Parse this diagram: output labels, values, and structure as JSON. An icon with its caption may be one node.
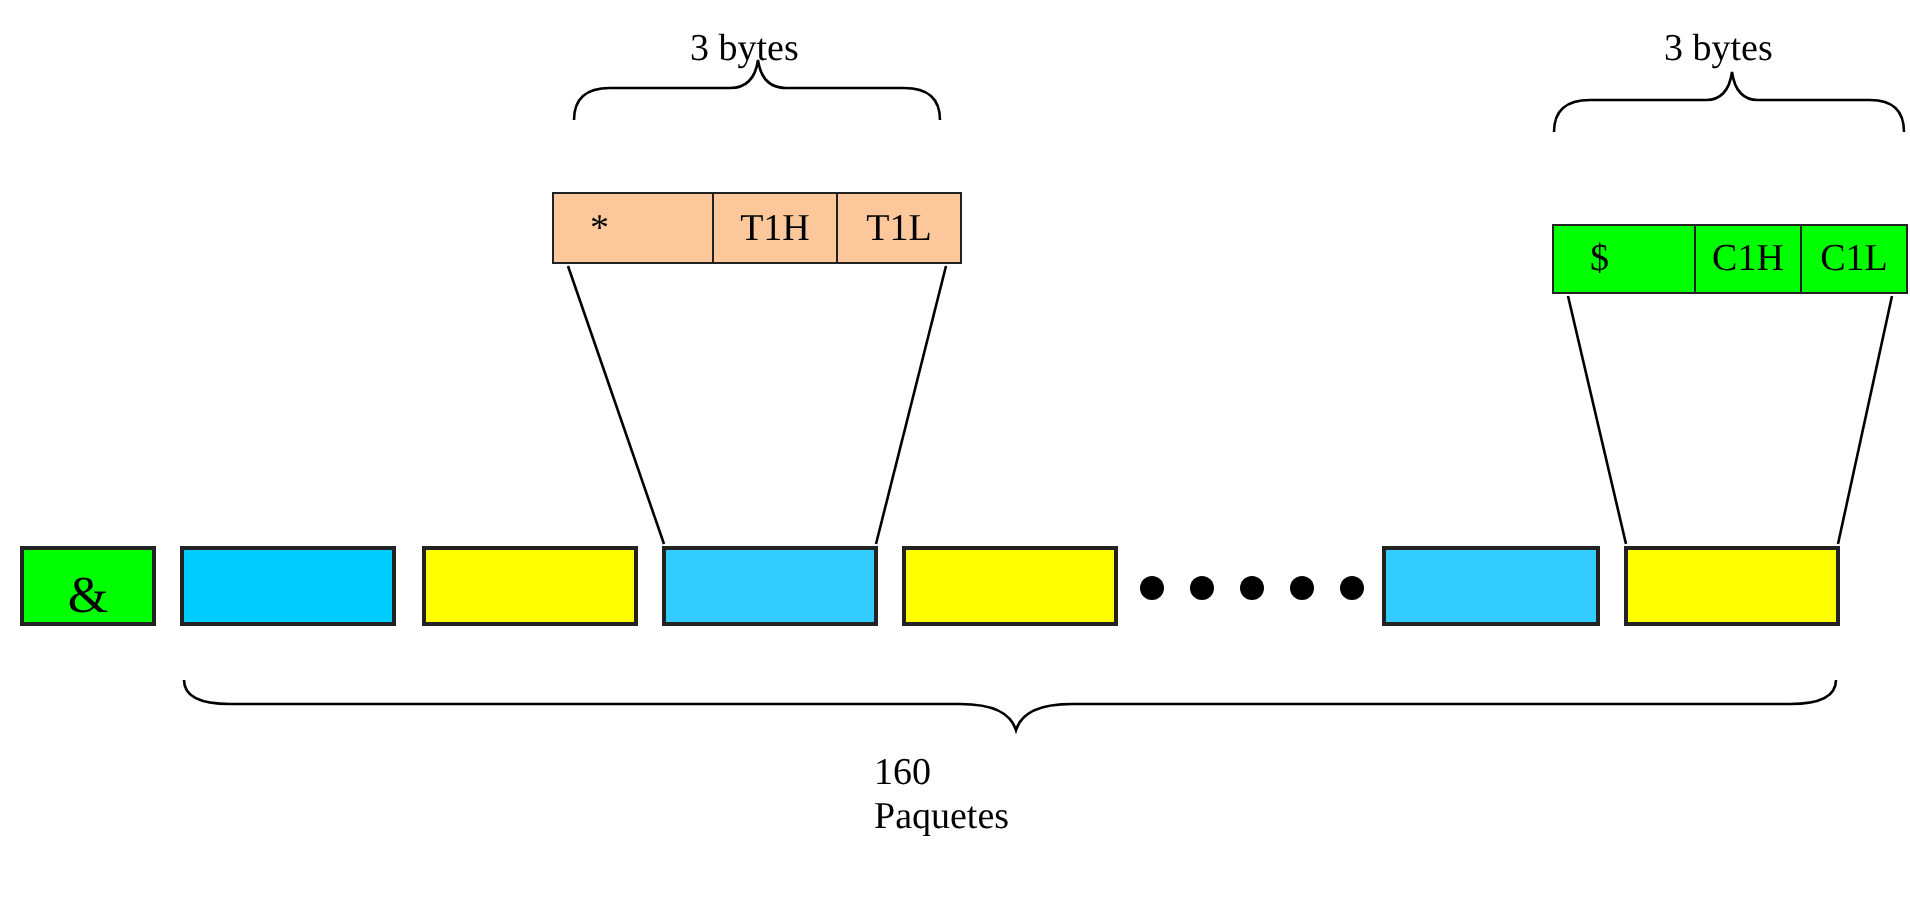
{
  "diagram": {
    "nodes": [
      {
        "text": [
          "*",
          "T1H",
          "T1L"
        ]
      },
      {
        "text": [
          "$",
          "C1H",
          "C1L"
        ]
      },
      {
        "text": [
          "&"
        ]
      },
      {
        "text": [],
        "shape": "box"
      },
      {
        "text": [],
        "shape": "box"
      },
      {
        "text": [],
        "shape": "box"
      },
      {
        "text": [],
        "shape": "box"
      },
      {
        "text": [],
        "shape": "box"
      },
      {
        "text": [],
        "shape": "box"
      }
    ],
    "edges": [
      {
        "from": 0,
        "to": 5,
        "arrow": "none"
      },
      {
        "from": 0,
        "to": 5,
        "arrow": "none"
      },
      {
        "from": 1,
        "to": 8,
        "arrow": "none"
      },
      {
        "from": 1,
        "to": 8,
        "arrow": "none"
      }
    ],
    "labels": [
      "3 bytes",
      "3 bytes",
      "160 Paquetes"
    ]
  }
}
